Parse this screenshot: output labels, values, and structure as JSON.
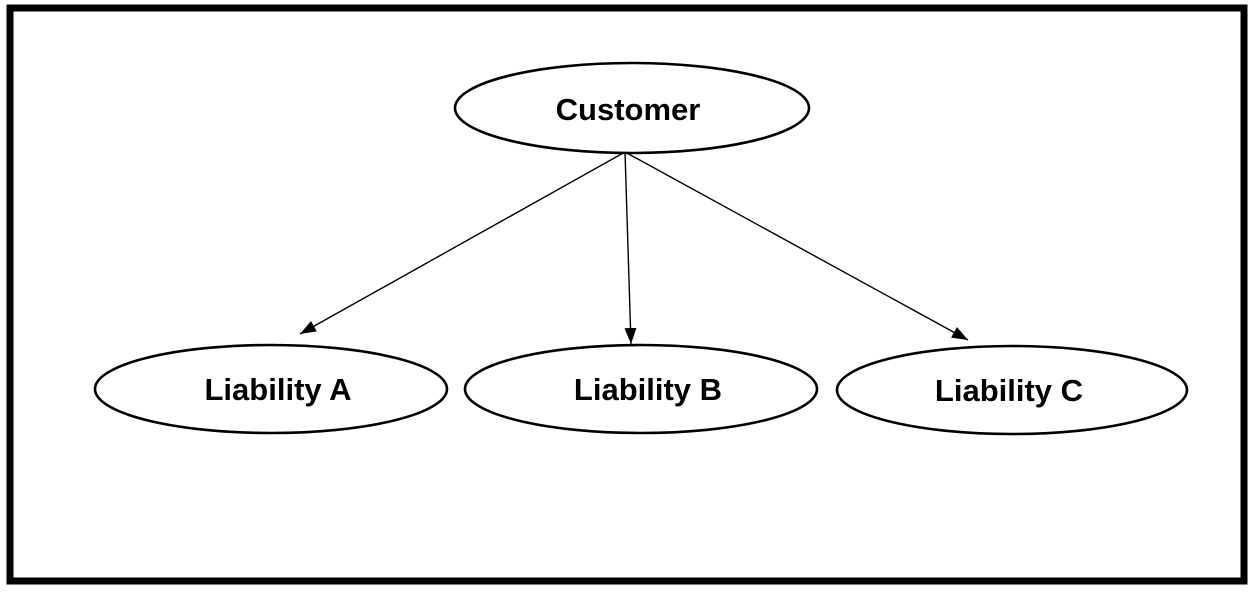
{
  "diagram": {
    "type": "tree",
    "colors": {
      "background": "#ffffff",
      "border": "#000000",
      "node_fill": "#ffffff",
      "node_stroke": "#000000",
      "text": "#000000"
    },
    "nodes": {
      "customer": {
        "label": "Customer",
        "role": "root"
      },
      "liability_a": {
        "label": "Liability A",
        "role": "child"
      },
      "liability_b": {
        "label": "Liability B",
        "role": "child"
      },
      "liability_c": {
        "label": "Liability C",
        "role": "child"
      }
    },
    "edges": [
      {
        "from": "Customer",
        "to": "Liability A",
        "arrow": "to"
      },
      {
        "from": "Customer",
        "to": "Liability B",
        "arrow": "to"
      },
      {
        "from": "Customer",
        "to": "Liability C",
        "arrow": "to"
      }
    ]
  }
}
